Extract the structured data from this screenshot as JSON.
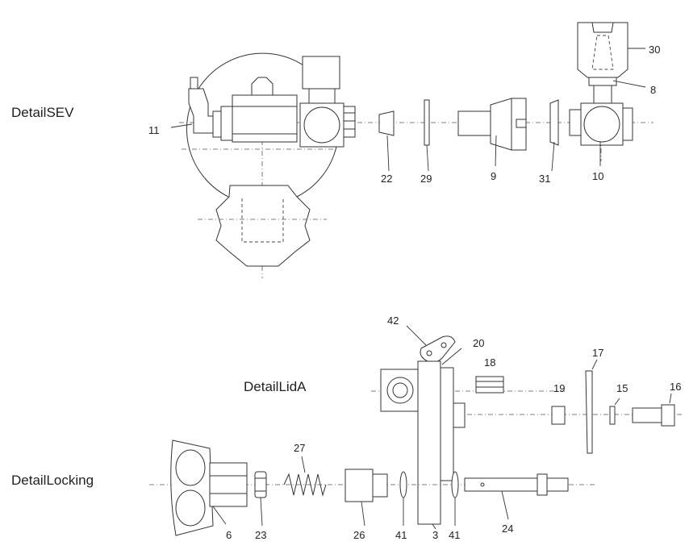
{
  "sections": {
    "sev": "DetailSEV",
    "lid": "DetailLidA",
    "locking": "DetailLocking"
  },
  "parts": {
    "p11": "11",
    "p22": "22",
    "p29": "29",
    "p9": "9",
    "p31": "31",
    "p10": "10",
    "p30": "30",
    "p8": "8",
    "p42": "42",
    "p20": "20",
    "p18": "18",
    "p17": "17",
    "p19": "19",
    "p15": "15",
    "p16": "16",
    "p27": "27",
    "p6": "6",
    "p23": "23",
    "p26": "26",
    "p41a": "41",
    "p3": "3",
    "p41b": "41",
    "p24": "24"
  }
}
